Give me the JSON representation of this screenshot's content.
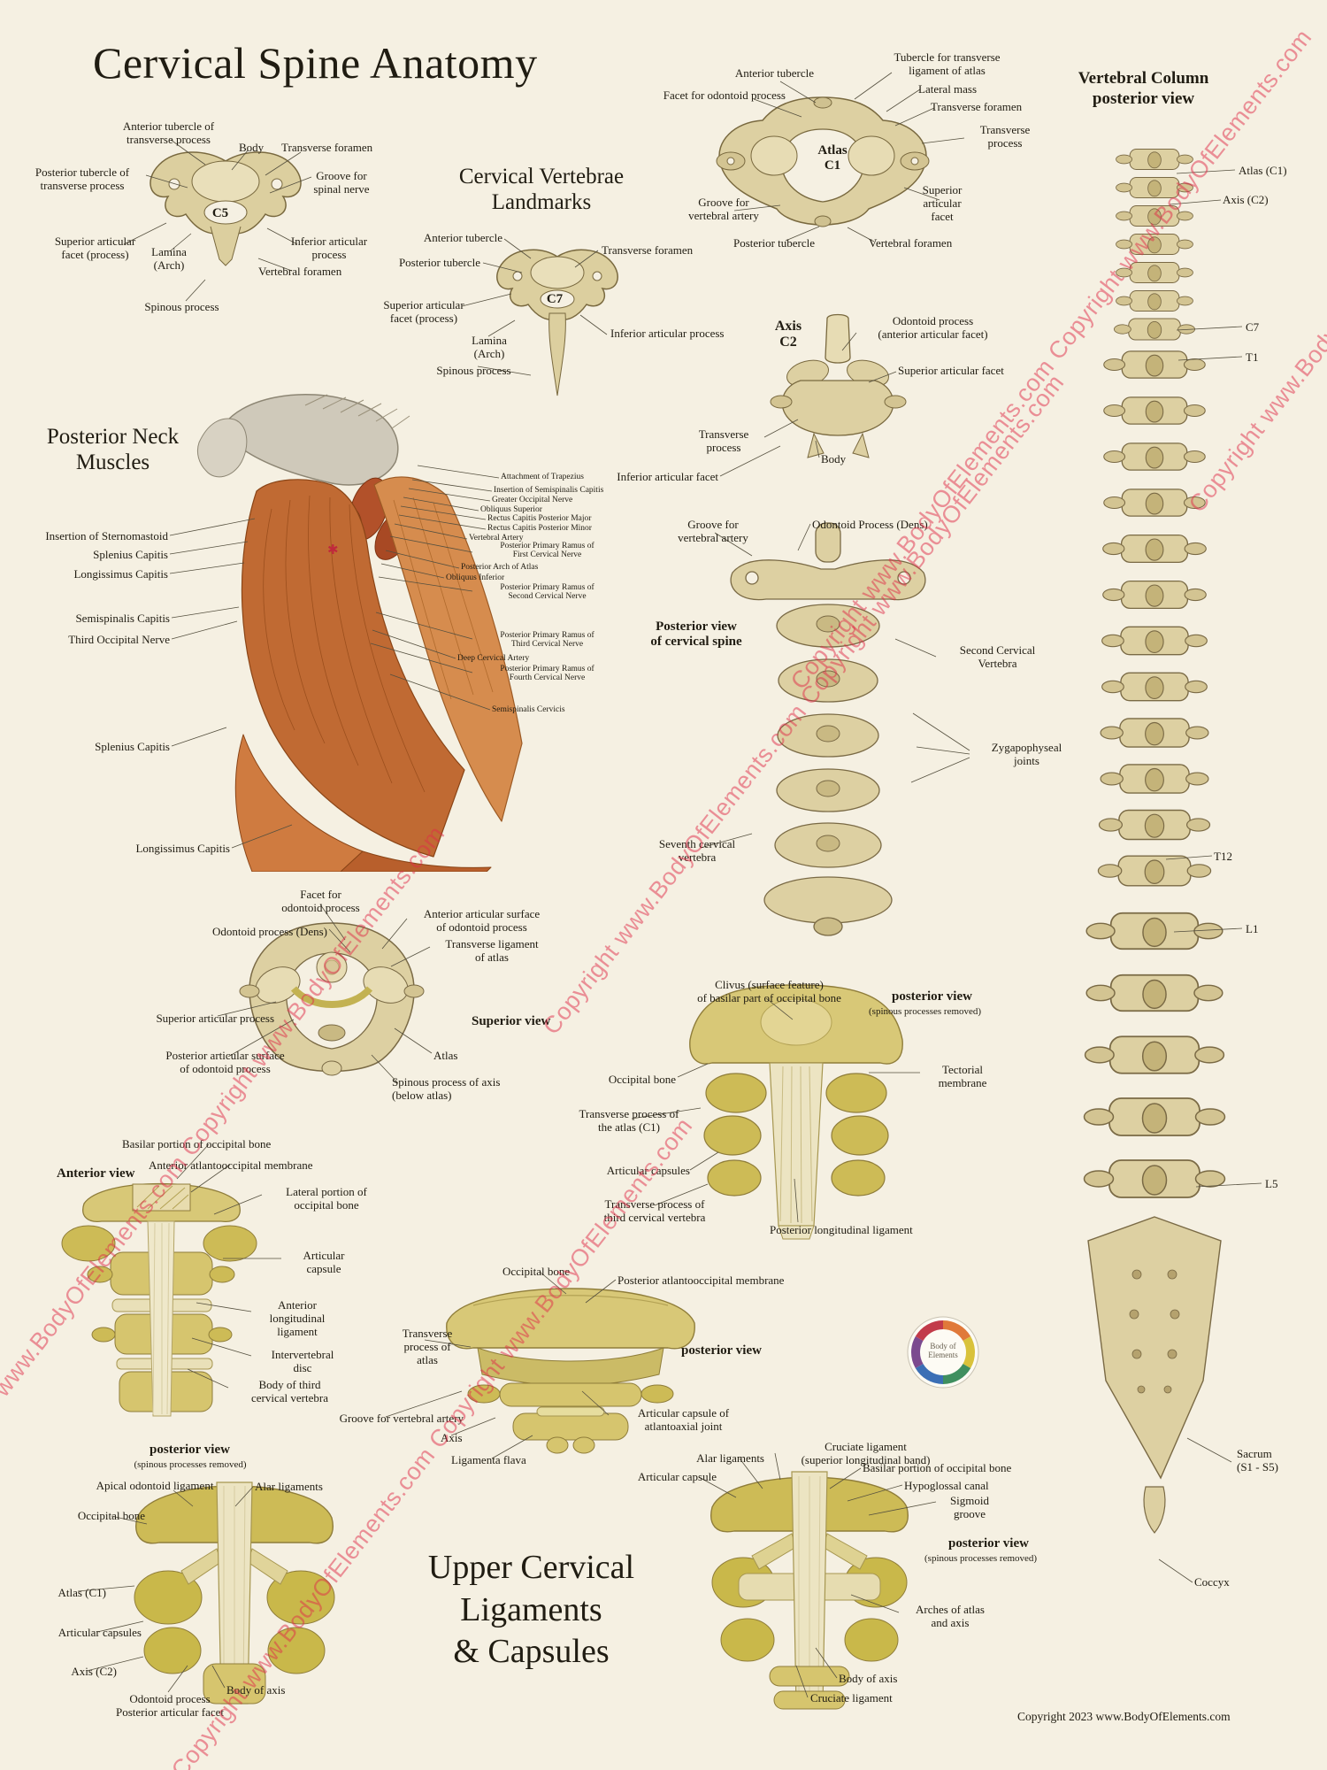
{
  "poster": {
    "title": "Cervical Spine Anatomy",
    "copyright": "Copyright 2023 www.BodyOfElements.com",
    "watermark": "Copyright www.BodyOfElements.com Copyright www.BodyOfElements.com",
    "logo_text": "Body of Elements",
    "accent_red": "#e02c48",
    "bone_color": "#ddd0a2",
    "ligament_color": "#cdbb56",
    "muscle_color": "#c06a33"
  },
  "landmarks_heading": "Cervical Vertebrae Landmarks",
  "c5": {
    "tag": "C5",
    "labels": [
      "Anterior tubercle of\ntransverse process",
      "Body",
      "Transverse foramen",
      "Posterior tubercle of\ntransverse process",
      "Groove for\nspinal nerve",
      "Superior articular\nfacet (process)",
      "Lamina\n(Arch)",
      "Inferior articular\nprocess",
      "Vertebral foramen",
      "Spinous process"
    ]
  },
  "c7": {
    "tag": "C7",
    "labels": [
      "Anterior tubercle",
      "Transverse foramen",
      "Posterior tubercle",
      "Superior articular\nfacet (process)",
      "Inferior articular process",
      "Lamina\n(Arch)",
      "Spinous process"
    ]
  },
  "atlas": {
    "tag": "Atlas\nC1",
    "labels": [
      "Anterior tubercle",
      "Tubercle for transverse\nligament of atlas",
      "Facet for odontoid process",
      "Lateral mass",
      "Transverse foramen",
      "Transverse\nprocess",
      "Superior\narticular\nfacet",
      "Groove for\nvertebral artery",
      "Posterior tubercle",
      "Vertebral foramen"
    ]
  },
  "axis": {
    "heading": "Axis\nC2",
    "labels": [
      "Odontoid process\n(anterior articular facet)",
      "Superior articular facet",
      "Transverse\nprocess",
      "Body",
      "Inferior articular facet"
    ]
  },
  "column": {
    "heading": "Vertebral Column\nposterior view",
    "labels": [
      "Atlas (C1)",
      "Axis (C2)",
      "C7",
      "T1",
      "T12",
      "L1",
      "L5",
      "Sacrum\n(S1 - S5)",
      "Coccyx"
    ]
  },
  "muscles": {
    "heading": "Posterior Neck\nMuscles",
    "marker": "✱",
    "left": [
      "Insertion of Sternomastoid",
      "Splenius Capitis",
      "Longissimus Capitis",
      "Semispinalis Capitis",
      "Third Occipital Nerve",
      "Splenius Capitis",
      "Longissimus Capitis"
    ],
    "right": [
      "Attachment of Trapezius",
      "Insertion of Semispinalis Capitis",
      "Greater Occipital Nerve",
      "Obliquus Superior",
      "Rectus Capitis Posterior Major",
      "Rectus Capitis Posterior Minor",
      "Vertebral Artery",
      "Posterior Primary Ramus of\nFirst Cervical Nerve",
      "Posterior Arch of Atlas",
      "Obliquus Inferior",
      "Posterior Primary Ramus of\nSecond Cervical Nerve",
      "Posterior Primary Ramus of\nThird Cervical Nerve",
      "Deep Cervical Artery",
      "Posterior Primary Ramus of\nFourth Cervical Nerve",
      "Semispinalis Cervicis"
    ]
  },
  "post_cervical": {
    "heading": "Posterior view\nof cervical spine",
    "labels": [
      "Groove for\nvertebral artery",
      "Odontoid Process (Dens)",
      "Second Cervical\nVertebra",
      "Zygapophyseal\njoints",
      "Seventh cervical\nvertebra"
    ]
  },
  "atlas_superior": {
    "heading": "Superior view",
    "labels": [
      "Facet for\nodontoid process",
      "Odontoid process (Dens)",
      "Anterior articular surface\nof odontoid process",
      "Transverse ligament\nof atlas",
      "Superior articular process",
      "Posterior articular surface\nof odontoid process",
      "Atlas",
      "Spinous process of axis\n(below atlas)"
    ]
  },
  "clivus": {
    "heading": "posterior view",
    "subheading": "(spinous processes removed)",
    "labels": [
      "Clivus (surface feature)\nof basilar part of occipital bone",
      "Occipital bone",
      "Tectorial\nmembrane",
      "Transverse process of\nthe atlas (C1)",
      "Articular capsules",
      "Transverse process of\nthird cervical vertebra",
      "Posterior longitudinal ligament"
    ]
  },
  "anterior": {
    "heading": "Anterior view",
    "labels": [
      "Basilar portion of occipital bone",
      "Anterior atlantooccipital membrane",
      "Lateral portion of\noccipital bone",
      "Articular\ncapsule",
      "Anterior\nlongitudinal\nligament",
      "Intervertebral\ndisc",
      "Body of third\ncervical vertebra"
    ]
  },
  "post_membrane": {
    "heading": "posterior view",
    "labels": [
      "Occipital bone",
      "Posterior atlantooccipital membrane",
      "Transverse\nprocess of\natlas",
      "Groove for vertebral artery",
      "Articular capsule of\natlantoaxial joint",
      "Axis",
      "Ligamenta flava"
    ]
  },
  "lower_left": {
    "heading": "posterior view",
    "subheading": "(spinous processes removed)",
    "labels": [
      "Apical odontoid ligament",
      "Alar ligaments",
      "Occipital bone",
      "Atlas (C1)",
      "Articular capsules",
      "Axis (C2)",
      "Odontoid process\nPosterior articular facet",
      "Body of axis"
    ]
  },
  "ligaments_title": "Upper Cervical\nLigaments\n& Capsules",
  "lower_right": {
    "heading": "posterior view",
    "subheading": "(spinous processes removed)",
    "labels": [
      "Alar ligaments",
      "Cruciate ligament\n(superior longitudinal band)",
      "Articular capsule",
      "Basilar portion of occipital bone",
      "Hypoglossal canal",
      "Sigmoid\ngroove",
      "Arches of atlas\nand axis",
      "Body of axis",
      "Cruciate ligament"
    ]
  }
}
